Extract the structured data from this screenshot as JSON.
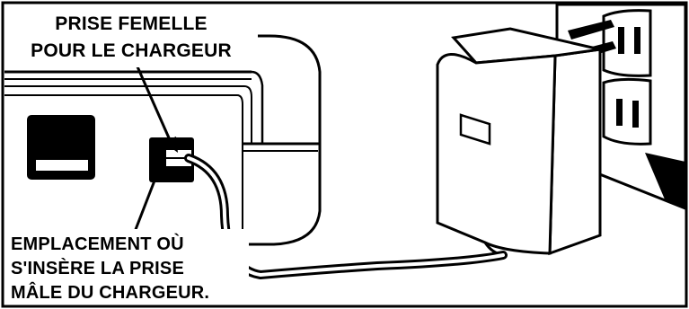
{
  "labels": {
    "charger_socket": {
      "line1": "PRISE FEMELLE",
      "line2": "POUR LE CHARGEUR"
    },
    "plug_location": {
      "line1": "EMPLACEMENT OÙ",
      "line2": "S'INSÈRE LA PRISE",
      "line3": "MÂLE DU CHARGEUR."
    }
  },
  "colors": {
    "ink": "#000000",
    "paper": "#ffffff"
  }
}
